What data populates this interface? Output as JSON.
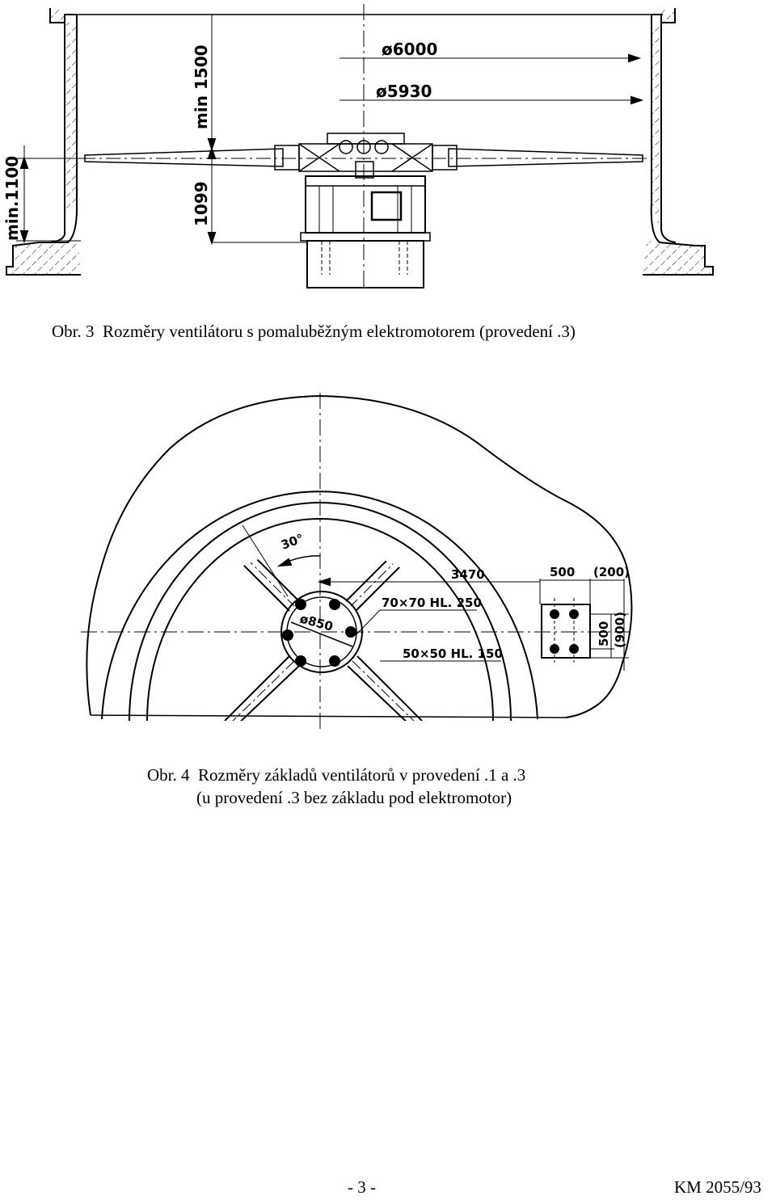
{
  "figure3": {
    "caption": "Obr. 3  Rozměry ventilátoru s pomaluběžným elektromotorem (provedení .3)",
    "dims": {
      "d6000": "ø6000",
      "d5930": "ø5930",
      "min1500": "min 1500",
      "h1099": "1099",
      "min1100": "min.1100"
    }
  },
  "figure4": {
    "caption_line1": "Obr. 4  Rozměry základů ventilátorů v provedení .1 a .3",
    "caption_line2": "(u provedení .3 bez základu pod elektromotor)",
    "dims": {
      "angle": "30°",
      "d3470": "3470",
      "d850": "ø850",
      "beam1": "70×70 HL. 250",
      "beam2": "50×50 HL. 150",
      "w500": "500",
      "w200": "(200)",
      "h500": "500",
      "h900": "(900)"
    }
  },
  "footer": {
    "page": "- 3 -",
    "code": "KM 2055/93"
  }
}
